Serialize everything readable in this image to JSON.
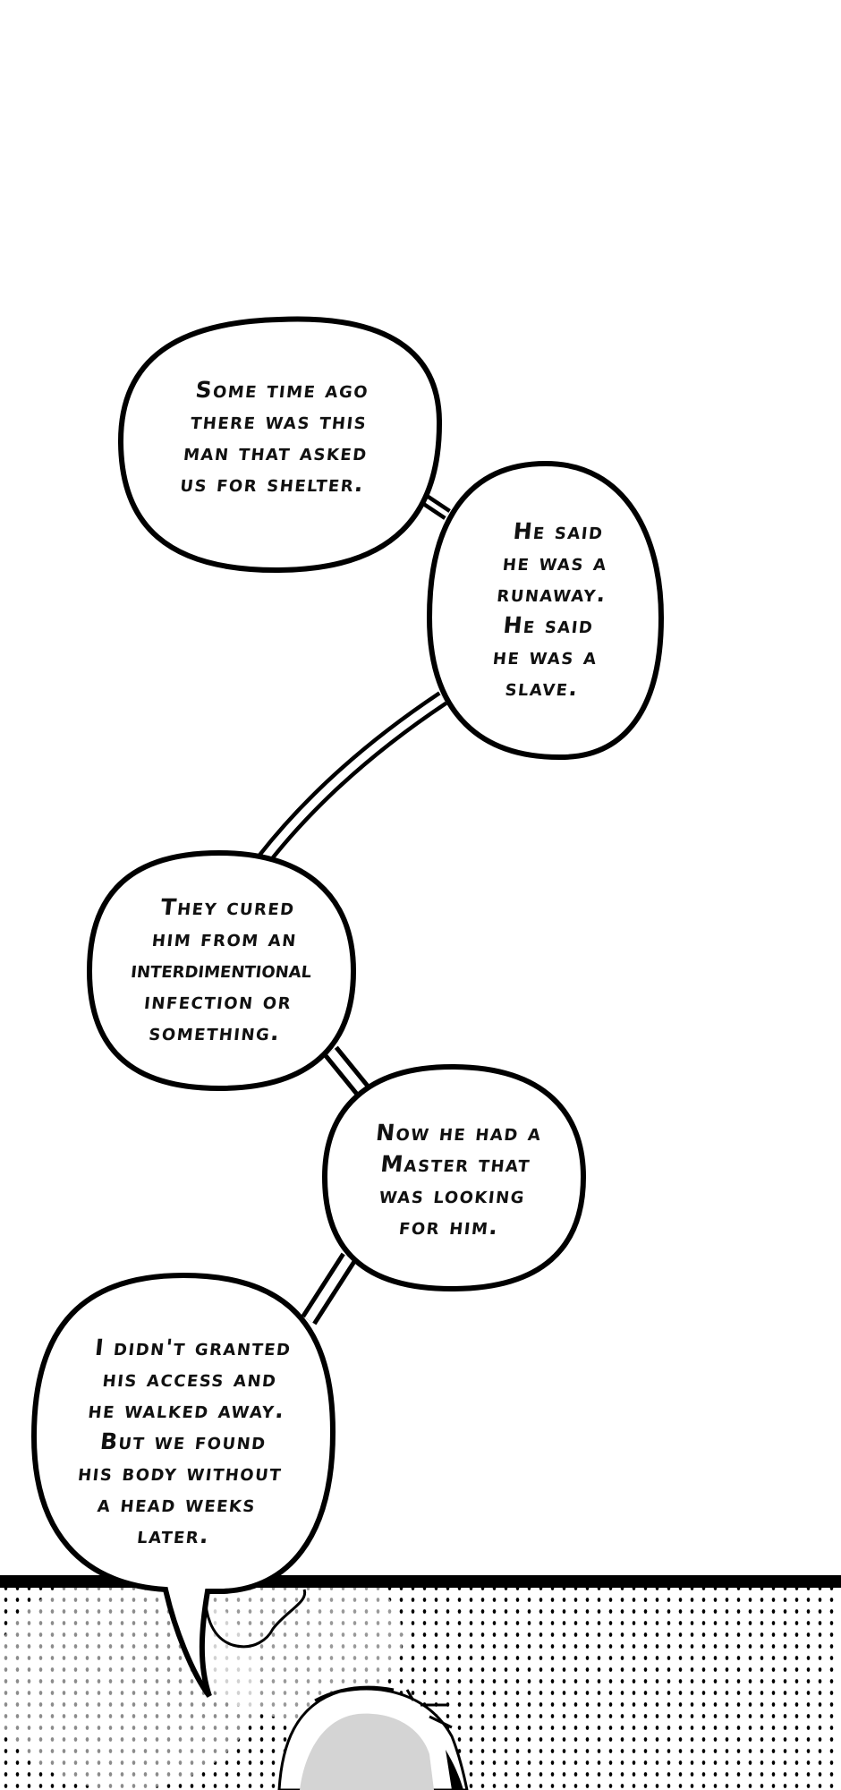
{
  "bubbles": [
    {
      "lines": [
        "Some time ago",
        "there was this",
        "man that asked",
        "us for shelter."
      ]
    },
    {
      "lines": [
        "He said",
        "he was a",
        "runaway.",
        "He said",
        "he was a",
        "slave."
      ]
    },
    {
      "lines": [
        "They cured",
        "him from an",
        "interdimentional",
        "infection or",
        "something."
      ]
    },
    {
      "lines": [
        "Now he had a",
        "Master that",
        "was looking",
        "for him."
      ]
    },
    {
      "lines": [
        "I didn't granted",
        "his access and",
        "he walked away.",
        "But we found",
        "his body without",
        "a head weeks",
        "later."
      ]
    }
  ],
  "colors": {
    "ink": "#000000",
    "paper": "#ffffff",
    "hair": "#d4d4d4"
  }
}
